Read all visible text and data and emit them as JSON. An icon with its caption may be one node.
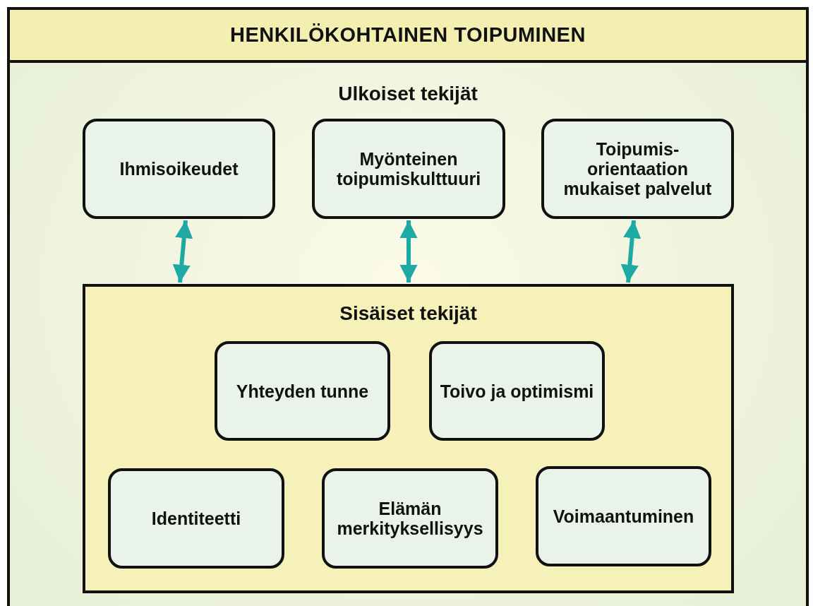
{
  "diagram": {
    "nodes": [
      {
        "text": [
          "HENKILÖKOHTAINEN TOIPUMINEN",
          "Ulkoiset tekijät"
        ]
      },
      {
        "text": [
          "Ihmisoikeudet"
        ],
        "in": 0
      },
      {
        "text": [
          "Myönteinen toipumiskulttuuri"
        ],
        "in": 0
      },
      {
        "text": [
          "Toipumis- orientaation mukaiset palvelut"
        ],
        "in": 0
      },
      {
        "text": [
          "Sisäiset tekijät"
        ],
        "in": 0
      },
      {
        "text": [
          "Yhteyden tunne"
        ],
        "in": 4
      },
      {
        "text": [
          "Toivo ja optimismi"
        ],
        "in": 4
      },
      {
        "text": [
          "Identiteetti"
        ],
        "in": 4
      },
      {
        "text": [
          "Elämän merkityksellisyys"
        ],
        "in": 4
      },
      {
        "text": [
          "Voimaantuminen"
        ],
        "in": 4
      }
    ],
    "edges": [
      {
        "from": 1,
        "to": 4,
        "arrow": "both"
      },
      {
        "from": 2,
        "to": 4,
        "arrow": "both"
      },
      {
        "from": 3,
        "to": 4,
        "arrow": "both"
      }
    ]
  }
}
